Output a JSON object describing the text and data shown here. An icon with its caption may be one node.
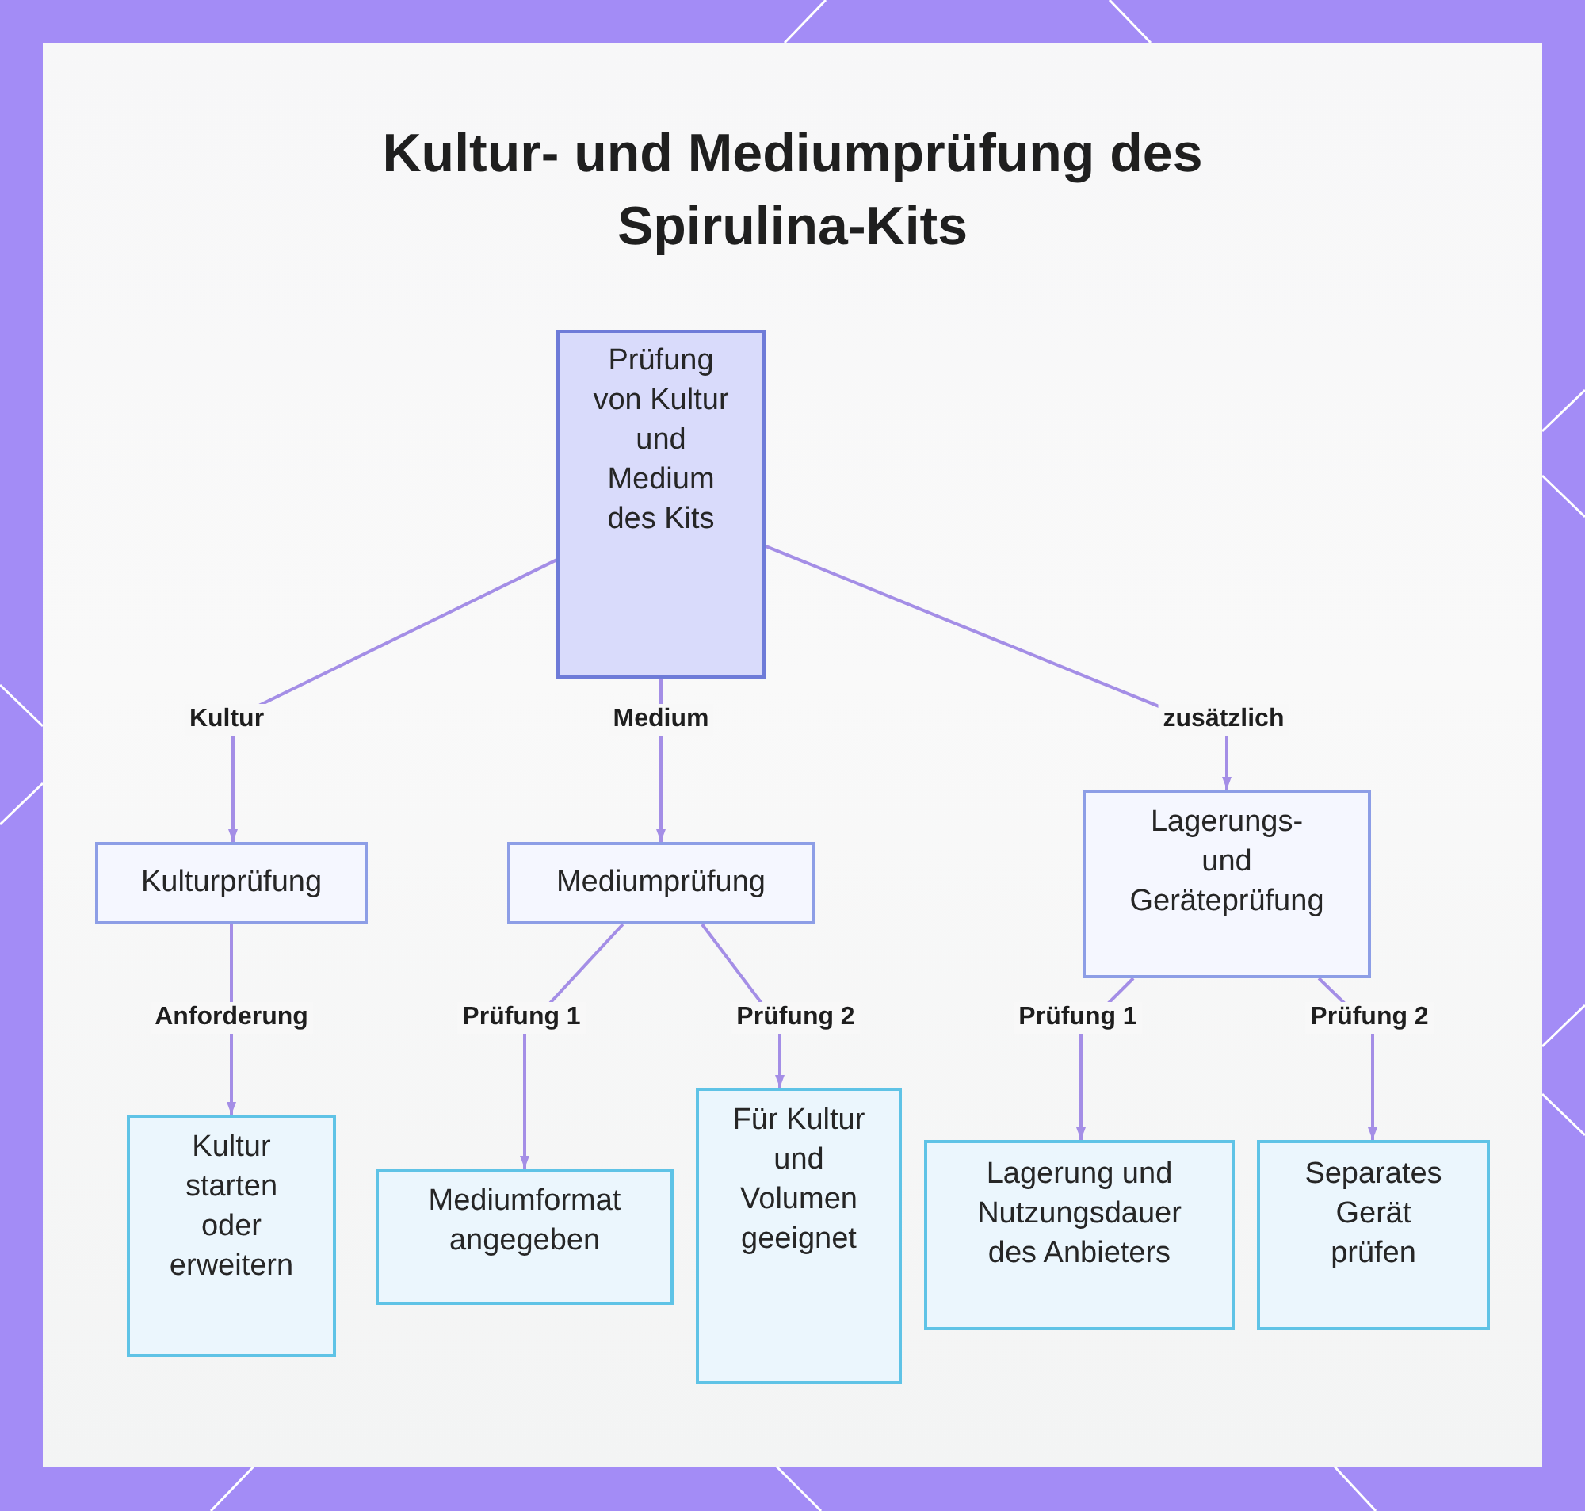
{
  "diagram": {
    "title": "Kultur- und Mediumprüfung des Spirulina-Kits",
    "nodes": [
      {
        "text": [
          "Prüfung von Kultur und Medium des Kits"
        ]
      },
      {
        "text": [
          "Kulturprüfung"
        ]
      },
      {
        "text": [
          "Mediumprüfung"
        ]
      },
      {
        "text": [
          "Lagerungs- und Geräteprüfung"
        ]
      },
      {
        "text": [
          "Kultur starten oder erweitern"
        ]
      },
      {
        "text": [
          "Mediumformat angegeben"
        ]
      },
      {
        "text": [
          "Für Kultur und Volumen geeignet"
        ]
      },
      {
        "text": [
          "Lagerung und Nutzungsdauer des Anbieters"
        ]
      },
      {
        "text": [
          "Separates Gerät prüfen"
        ]
      }
    ],
    "edges": [
      {
        "from": 0,
        "to": 1,
        "arrow": "to",
        "label": "Kultur"
      },
      {
        "from": 0,
        "to": 2,
        "arrow": "to",
        "label": "Medium"
      },
      {
        "from": 0,
        "to": 3,
        "arrow": "to",
        "label": "zusätzlich"
      },
      {
        "from": 1,
        "to": 4,
        "arrow": "to",
        "label": "Anforderung"
      },
      {
        "from": 2,
        "to": 5,
        "arrow": "to",
        "label": "Prüfung 1"
      },
      {
        "from": 2,
        "to": 6,
        "arrow": "to",
        "label": "Prüfung 2"
      },
      {
        "from": 3,
        "to": 7,
        "arrow": "to",
        "label": "Prüfung 1"
      },
      {
        "from": 3,
        "to": 8,
        "arrow": "to",
        "label": "Prüfung 2"
      }
    ]
  }
}
